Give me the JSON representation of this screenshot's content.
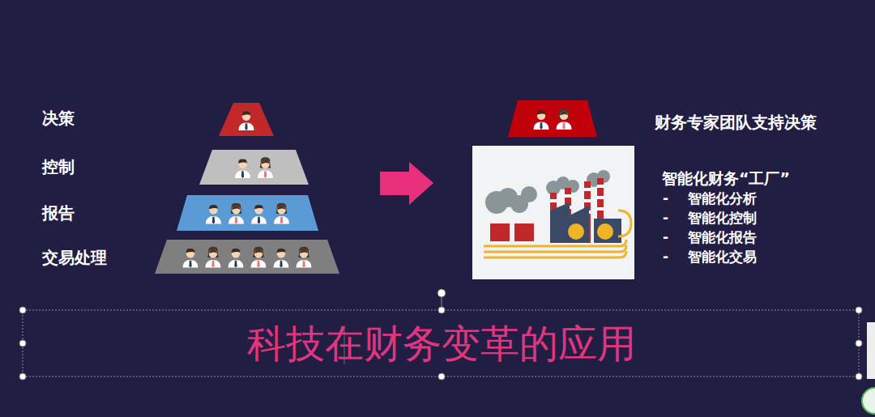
{
  "diagram": {
    "title": "科技在财务变革的应用",
    "nodes": [
      {
        "text": [
          "决策"
        ]
      },
      {
        "text": [
          "控制"
        ]
      },
      {
        "text": [
          "报告"
        ]
      },
      {
        "text": [
          "交易处理"
        ]
      },
      {
        "text": [
          "财务专家团队支持决策"
        ]
      },
      {
        "text": [
          "智能化财务“工厂”",
          "-    智能化分析",
          "-    智能化控制",
          "-    智能化报告",
          "-    智能化交易"
        ]
      }
    ]
  }
}
